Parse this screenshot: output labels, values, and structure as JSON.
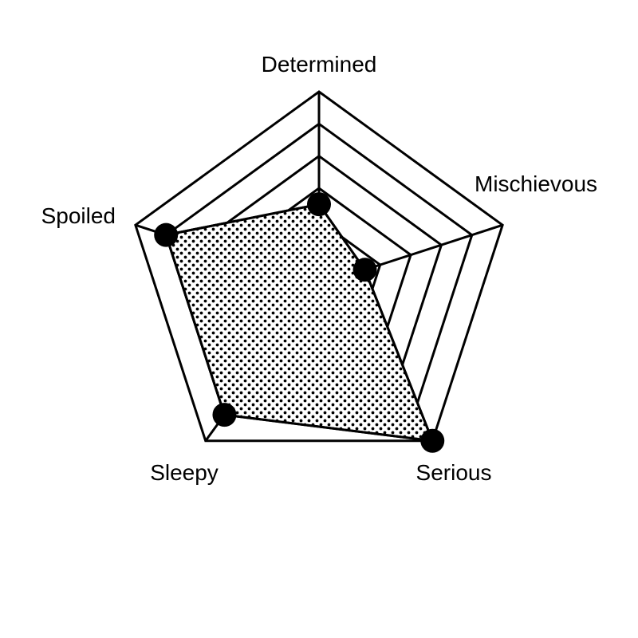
{
  "chart_data": {
    "type": "radar",
    "title": "",
    "axes": [
      "Determined",
      "Mischievous",
      "Serious",
      "Sleepy",
      "Spoiled"
    ],
    "values": [
      0.5,
      0.3,
      1.2,
      1.0,
      1.0
    ],
    "scale": {
      "min": 0,
      "max": 1.2,
      "rings": [
        0.2,
        0.4,
        0.6,
        0.8,
        1.0,
        1.2
      ]
    },
    "grid": true,
    "legend": "none",
    "fill_pattern": "dots",
    "colors": {
      "line": "#000000",
      "marker": "#000000",
      "background": "#ffffff"
    }
  }
}
